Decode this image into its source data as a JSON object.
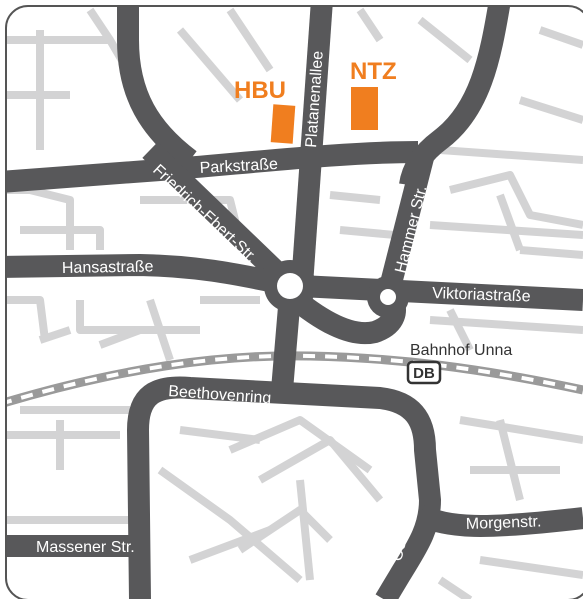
{
  "colors": {
    "main_road": "#58585a",
    "minor_road": "#d3d3d4",
    "highlight": "#f07e1f",
    "frame": "#555555",
    "railway": "#9a9a9a"
  },
  "buildings": {
    "hbu": "HBU",
    "ntz": "NTZ"
  },
  "streets": {
    "platanenallee": "Platanenallee",
    "parkstrasse": "Parkstraße",
    "friedrich_ebert": "Friedrich-Ebert-Str.",
    "hammer": "Hammer Str.",
    "hansastrasse": "Hansastraße",
    "viktoriastrasse": "Viktoriastraße",
    "beethovenring": "Beethovenring",
    "ostring": "Ostring",
    "morgenstr": "Morgenstr.",
    "massener": "Massener Str."
  },
  "station": {
    "name": "Bahnhof Unna",
    "logo": "DB"
  }
}
